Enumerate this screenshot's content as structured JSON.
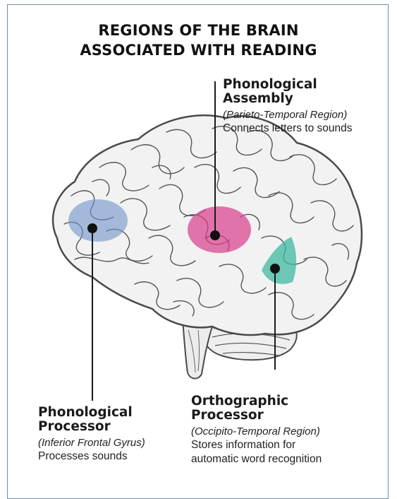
{
  "title": {
    "line1": "REGIONS OF THE BRAIN",
    "line2": "ASSOCIATED WITH READING"
  },
  "regions": {
    "phonological_assembly": {
      "name_line1": "Phonological",
      "name_line2": "Assembly",
      "area": "(Parieto-Temporal Region)",
      "description": "Connects letters to sounds",
      "color": "#d83f8c"
    },
    "phonological_processor": {
      "name_line1": "Phonological",
      "name_line2": "Processor",
      "area": "(Inferior Frontal Gyrus)",
      "description": "Processes sounds",
      "color": "#6f93c9"
    },
    "orthographic_processor": {
      "name_line1": "Orthographic",
      "name_line2": "Processor",
      "area": "(Occipito-Temporal Region)",
      "description_line1": "Stores information for",
      "description_line2": "automatic word recognition",
      "color": "#3fb8a0"
    }
  },
  "colors": {
    "frame_border": "#6f8fa8",
    "brain_fill": "#f2f2f2",
    "brain_stroke": "#4a4a4a",
    "leader_line": "#1a1a1a"
  }
}
